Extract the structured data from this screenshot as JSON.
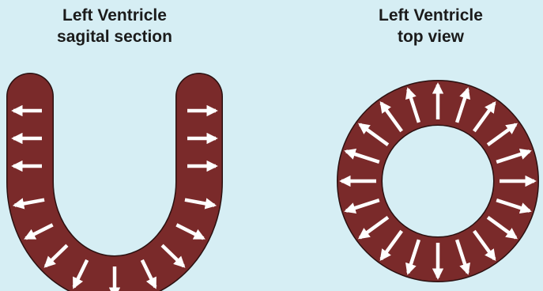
{
  "colors": {
    "background": "#d6eef4",
    "muscle": "#7a2a2a",
    "arrow": "#ffffff",
    "outline": "#2a1010"
  },
  "left_panel": {
    "title_line1": "Left Ventricle",
    "title_line2": "sagital section"
  },
  "right_panel": {
    "title_line1": "Left Ventricle",
    "title_line2": "top view"
  },
  "icons": {
    "arrow": "white-outward-arrow"
  }
}
